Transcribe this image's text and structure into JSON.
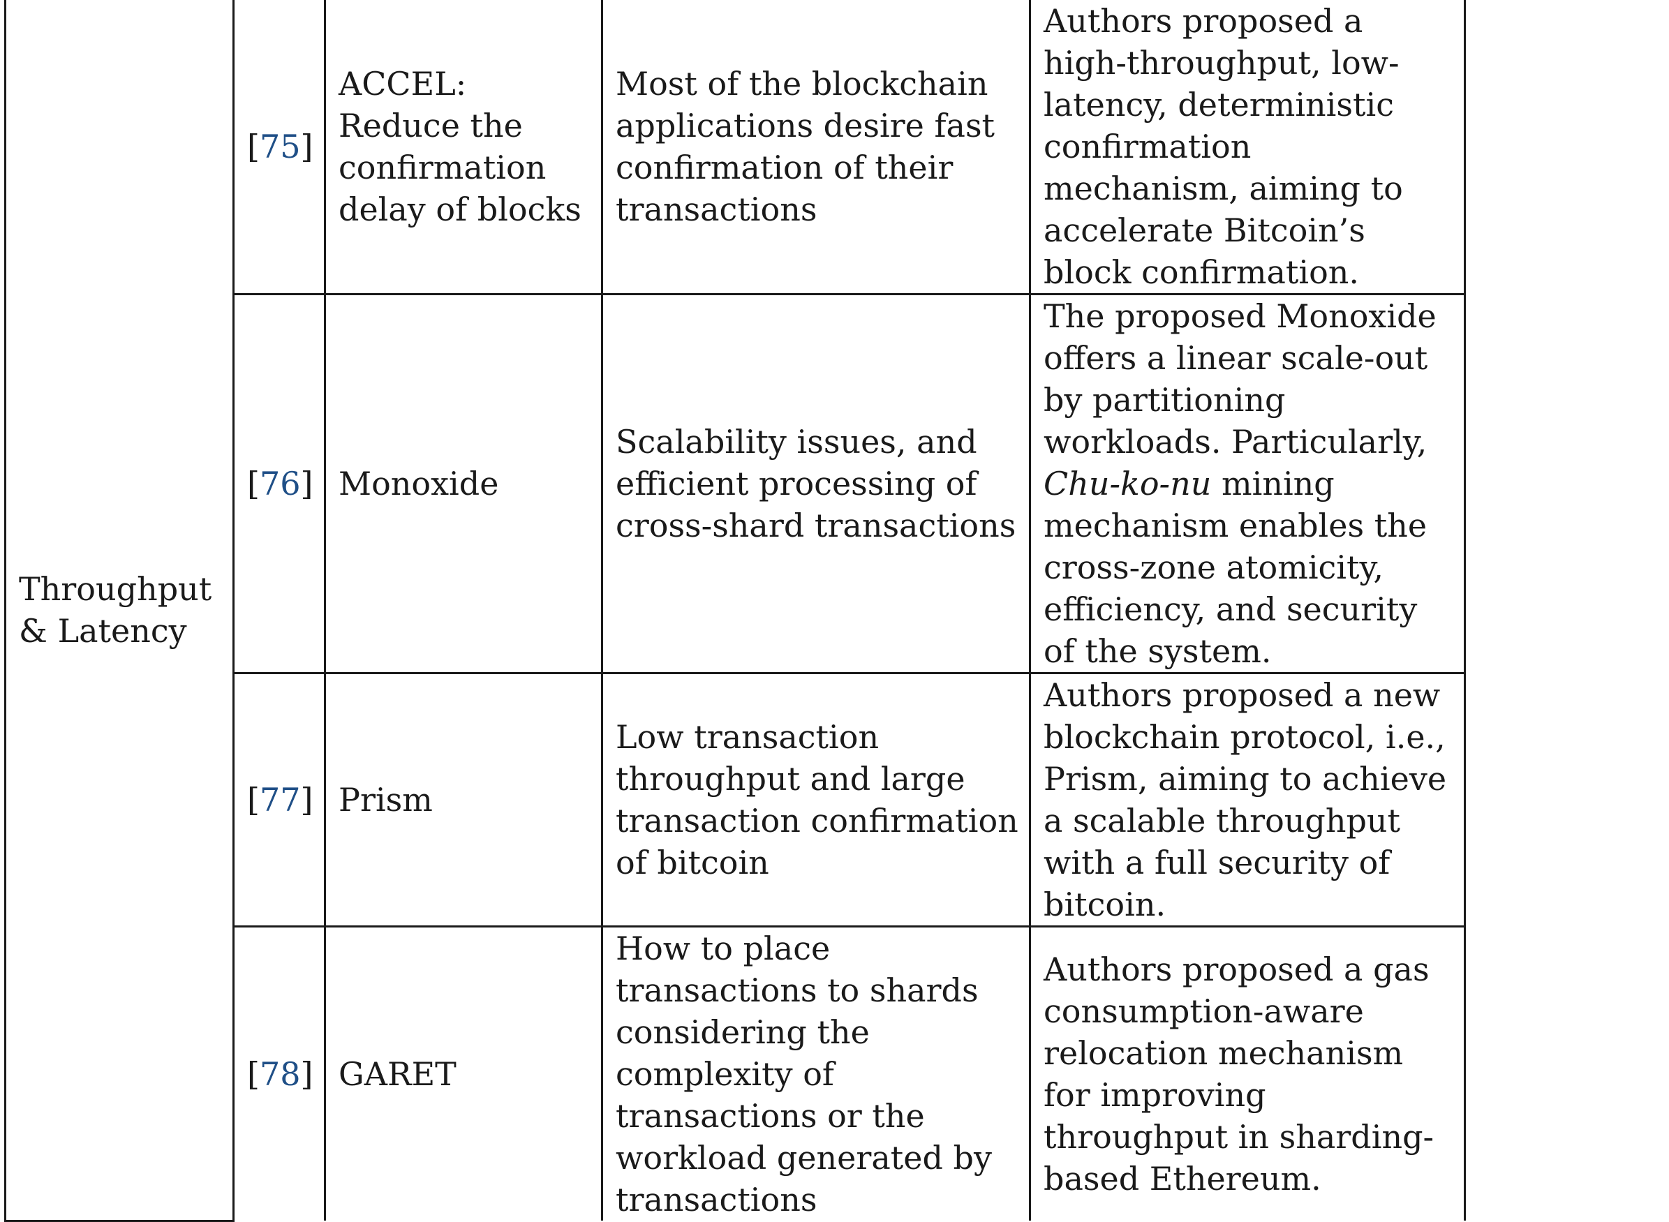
{
  "category": "Throughput & Latency",
  "rows": [
    {
      "ref": "75",
      "name": "ACCEL: Reduce the confirmation delay of blocks",
      "issue": "Most of the blockchain applications desire fast confirmation of their transactions",
      "description": "Authors proposed a high-throughput, low-latency, deterministic confirmation mechanism, aiming to accelerate Bitcoin’s block confirmation."
    },
    {
      "ref": "76",
      "name": "Monoxide",
      "issue": "Scalability issues, and efficient processing of cross-shard transactions",
      "description_pre": "The proposed Monoxide offers a linear scale-out by partitioning workloads. Particularly, ",
      "description_em": "Chu-ko-nu",
      "description_post": " mining mechanism enables the cross-zone atomicity, efficiency, and security of the system."
    },
    {
      "ref": "77",
      "name": "Prism",
      "issue": "Low transaction throughput and large transaction confirmation of bitcoin",
      "description": "Authors proposed a new blockchain protocol, i.e., Prism, aiming to achieve a scalable throughput with a full security of bitcoin."
    },
    {
      "ref": "78",
      "name": "GARET",
      "issue": "How to place transactions to shards considering the complexity of transactions or the workload generated by transactions",
      "description": "Authors proposed a gas consumption-aware relocation mechanism for improving throughput in sharding-based Ethereum."
    }
  ]
}
